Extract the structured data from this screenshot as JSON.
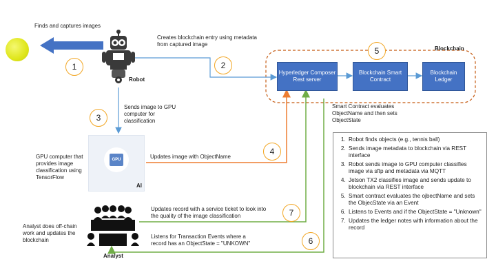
{
  "labels": {
    "finds_images": "Finds and captures images",
    "robot": "Robot",
    "creates_entry": "Creates blockchain entry using metadata from captured image",
    "blockchain": "Blockchain",
    "sends_image": "Sends image to GPU computer for classification",
    "smart_contract_note": "Smart Contract evaluates ObjectName and then sets ObjectState",
    "gpu_desc": "GPU computer that provides image classification using TensorFlow",
    "gpu_chip": "GPU",
    "ai": "AI",
    "updates_image": "Updates image with ObjectName",
    "analyst_desc": "Analyst does off-chain work and updates the blockchain",
    "updates_record": "Updates record with a service ticket to look into the quality of the image classification",
    "listens": "Listens for Transaction Events where a record has an ObjectState = \"UNKOWN\"",
    "analyst": "Analyst"
  },
  "boxes": {
    "composer": "Hyperledger Composer Rest server",
    "smart_contract": "Blockchain Smart Contract",
    "ledger": "Blockchain Ledger"
  },
  "step_numbers": [
    "1",
    "2",
    "3",
    "4",
    "5",
    "6",
    "7"
  ],
  "steps": [
    "Robot finds objects (e.g., tennis ball)",
    "Sends image metadata to blockchain via REST interface",
    "Robot sends image to GPU computer classifies image via sftp  and metadata via MQTT",
    "Jetson TX2 classifies image and sends update to blockchain via REST interface",
    "Smart contract evaluates the ojbectName and sets the ObjecState via an Event",
    "Listens to Events and if the ObjectState = \"Unknown\"",
    "Updates the ledger notes with information about the record"
  ],
  "colors": {
    "box_fill": "#4472c4",
    "orange_line": "#ed7d31",
    "green_line": "#70ad47",
    "blue_line": "#5b9bd5",
    "badge_border": "#f2a623",
    "blockchain_border": "#c55a11"
  }
}
